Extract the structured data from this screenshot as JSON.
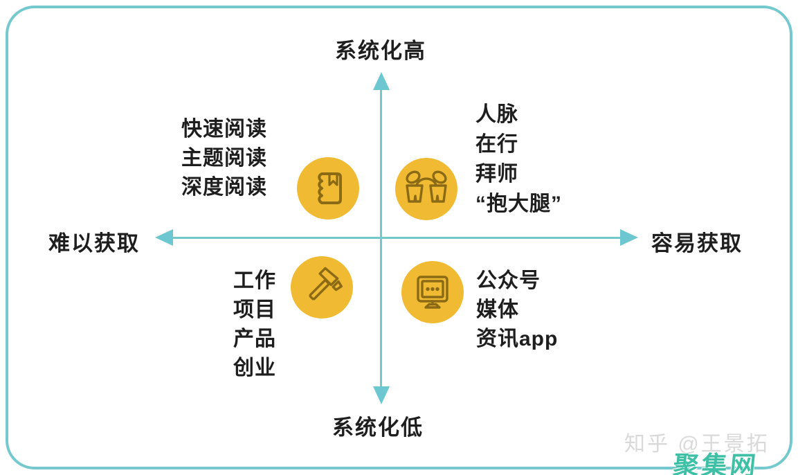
{
  "axes": {
    "top_label": "系统化高",
    "bottom_label": "系统化低",
    "left_label": "难以获取",
    "right_label": "容易获取"
  },
  "quadrants": {
    "top_left": {
      "icon": "notebook-icon",
      "items": [
        "快速阅读",
        "主题阅读",
        "深度阅读"
      ]
    },
    "top_right": {
      "icon": "people-meeting-icon",
      "items": [
        "人脉",
        "在行",
        "拜师",
        "“抱大腿”"
      ]
    },
    "bottom_left": {
      "icon": "hammer-icon",
      "items": [
        "工作",
        "项目",
        "产品",
        "创业"
      ]
    },
    "bottom_right": {
      "icon": "monitor-icon",
      "items": [
        "公众号",
        "媒体",
        "资讯app"
      ]
    }
  },
  "watermark": {
    "credit": "知乎 @王景拓",
    "badge": "聚集网"
  },
  "colors": {
    "frame_border": "#74c9cf",
    "axis": "#72c8ca",
    "arrow": "#6cc7d0",
    "bubble_fill": "#f0ba33",
    "icon_stroke": "#8a6a14",
    "text": "#1e1e1e",
    "watermark_text": "#d9d9d9",
    "badge_text": "#3ec0a6"
  }
}
